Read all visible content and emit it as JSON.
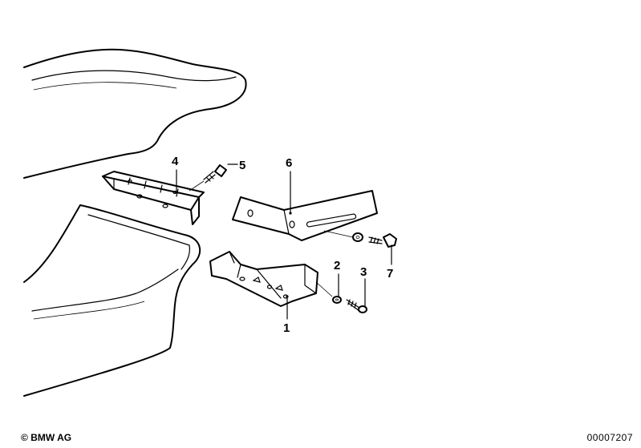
{
  "callouts": [
    {
      "id": "1",
      "label": "1"
    },
    {
      "id": "2",
      "label": "2"
    },
    {
      "id": "3",
      "label": "3"
    },
    {
      "id": "4",
      "label": "4"
    },
    {
      "id": "5",
      "label": "5"
    },
    {
      "id": "6",
      "label": "6"
    },
    {
      "id": "7",
      "label": "7"
    }
  ],
  "footer": {
    "copyright_symbol": "©",
    "copyright_text": "BMW AG",
    "document_number": "00007207"
  }
}
